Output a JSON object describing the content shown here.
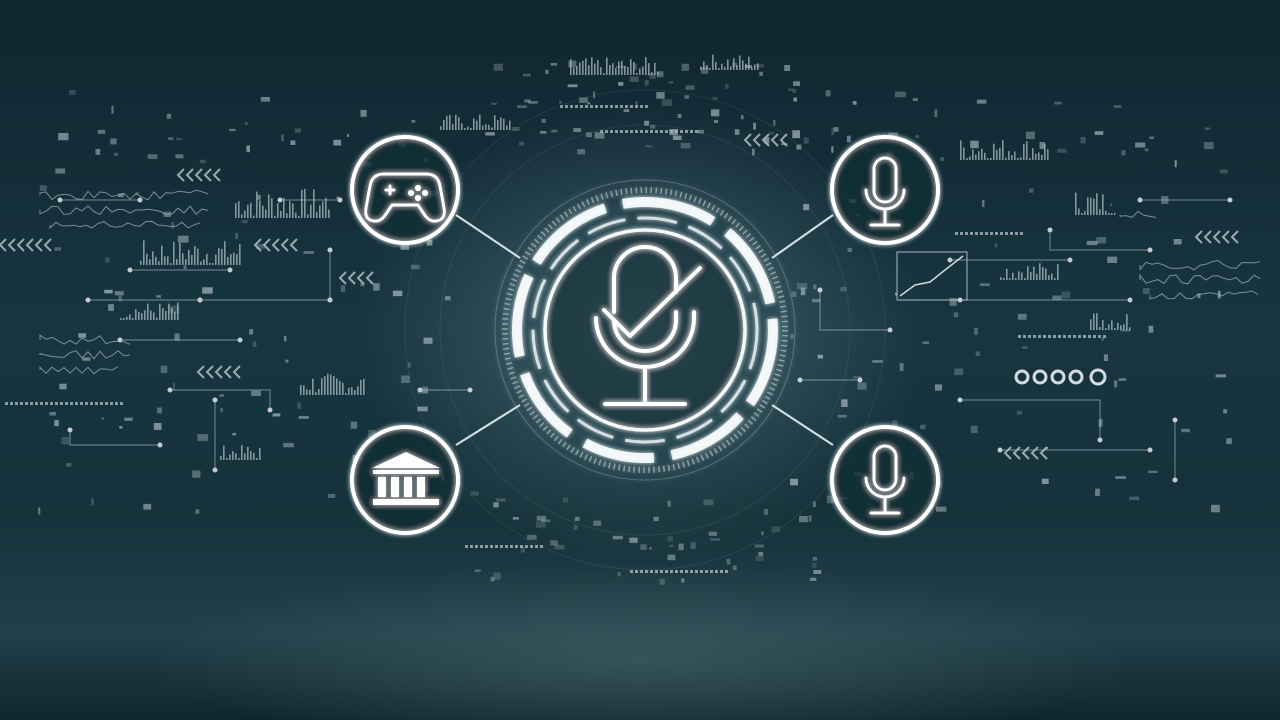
{
  "scene": {
    "description_visible_text": "",
    "accent_color": "#ffffff",
    "background_color": "#163440",
    "hub": {
      "icon": "microphone-check-icon"
    },
    "nodes": [
      {
        "id": "gamepad",
        "icon": "gamepad-icon"
      },
      {
        "id": "microphone-top-right",
        "icon": "microphone-icon"
      },
      {
        "id": "bank",
        "icon": "bank-building-icon"
      },
      {
        "id": "microphone-bottom-right",
        "icon": "microphone-icon"
      }
    ]
  }
}
